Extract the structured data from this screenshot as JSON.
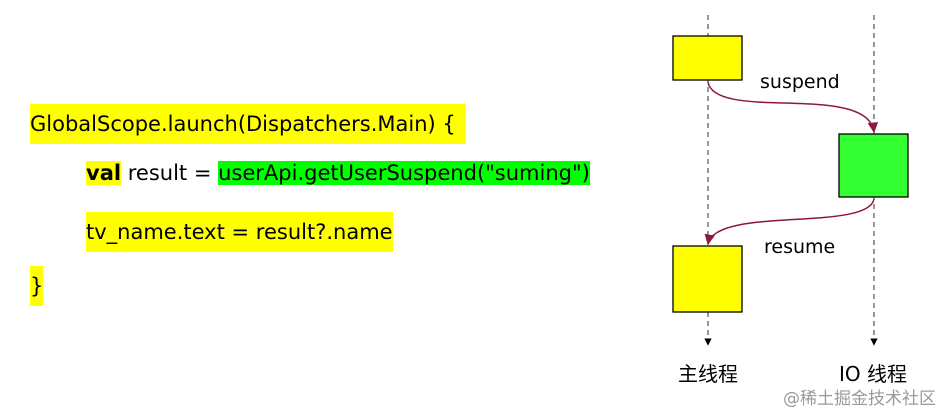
{
  "code": {
    "line1": "GlobalScope.launch(Dispatchers.Main) {",
    "line2_keyword": "val",
    "line2_var": " result = ",
    "line2_call": "userApi.getUserSuspend(\"suming\")",
    "line3": "tv_name.text = result?.name",
    "line4": "}"
  },
  "diagram": {
    "suspend_label": "suspend",
    "resume_label": "resume",
    "main_thread_label": "主线程",
    "io_thread_label": "IO 线程",
    "colors": {
      "main_block": "#ffff00",
      "io_block": "#33ff33",
      "arrow": "#8b1a3a"
    }
  },
  "watermark": "@稀土掘金技术社区"
}
